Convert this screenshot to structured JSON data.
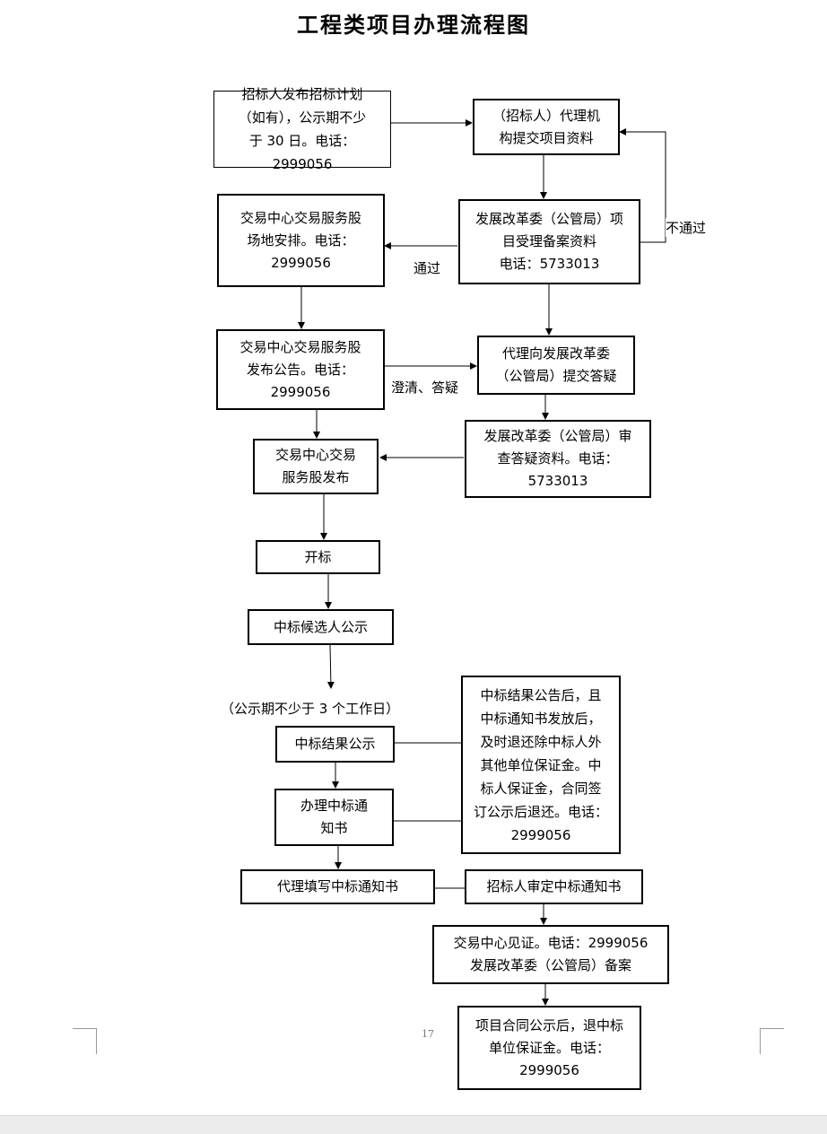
{
  "title": "工程类项目办理流程图",
  "page_number": "17",
  "nodes": {
    "plan": [
      "招标人发布招标计划",
      "（如有），公示期不少",
      "于 30 日。电话：2999056"
    ],
    "agent_submit": [
      "（招标人）代理机",
      "构提交项目资料"
    ],
    "ndrc_accept": [
      "发展改革委（公管局）项",
      "目受理备案资料",
      "电话：5733013"
    ],
    "venue": [
      "交易中心交易服务股",
      "场地安排。电话：",
      "2999056"
    ],
    "announce": [
      "交易中心交易服务股",
      "发布公告。电话：",
      "2999056"
    ],
    "agent_qa": [
      "代理向发展改革委",
      "（公管局）提交答疑"
    ],
    "ndrc_review": [
      "发展改革委（公管局）审",
      "查答疑资料。电话：",
      "5733013"
    ],
    "publish": [
      "交易中心交易",
      "服务股发布"
    ],
    "open_bid": [
      "开标"
    ],
    "candidate": [
      "中标候选人公示"
    ],
    "result": [
      "中标结果公示"
    ],
    "notice": [
      "办理中标通",
      "知书"
    ],
    "deposit": [
      "中标结果公告后，且",
      "中标通知书发放后，",
      "及时退还除中标人外",
      "其他单位保证金。中",
      "标人保证金，合同签",
      "订公示后退还。电话：",
      "2999056"
    ],
    "fill_notice": [
      "代理填写中标通知书"
    ],
    "confirm_notice": [
      "招标人审定中标通知书"
    ],
    "witness": [
      "交易中心见证。电话：2999056",
      "发展改革委（公管局）备案"
    ],
    "contract": [
      "项目合同公示后，退中标",
      "单位保证金。电话：",
      "2999056"
    ]
  },
  "labels": {
    "not_pass": "不通过",
    "pass": "通过",
    "clarify": "澄清、答疑",
    "publicity_period": "（公示期不少于 3 个工作日）"
  }
}
